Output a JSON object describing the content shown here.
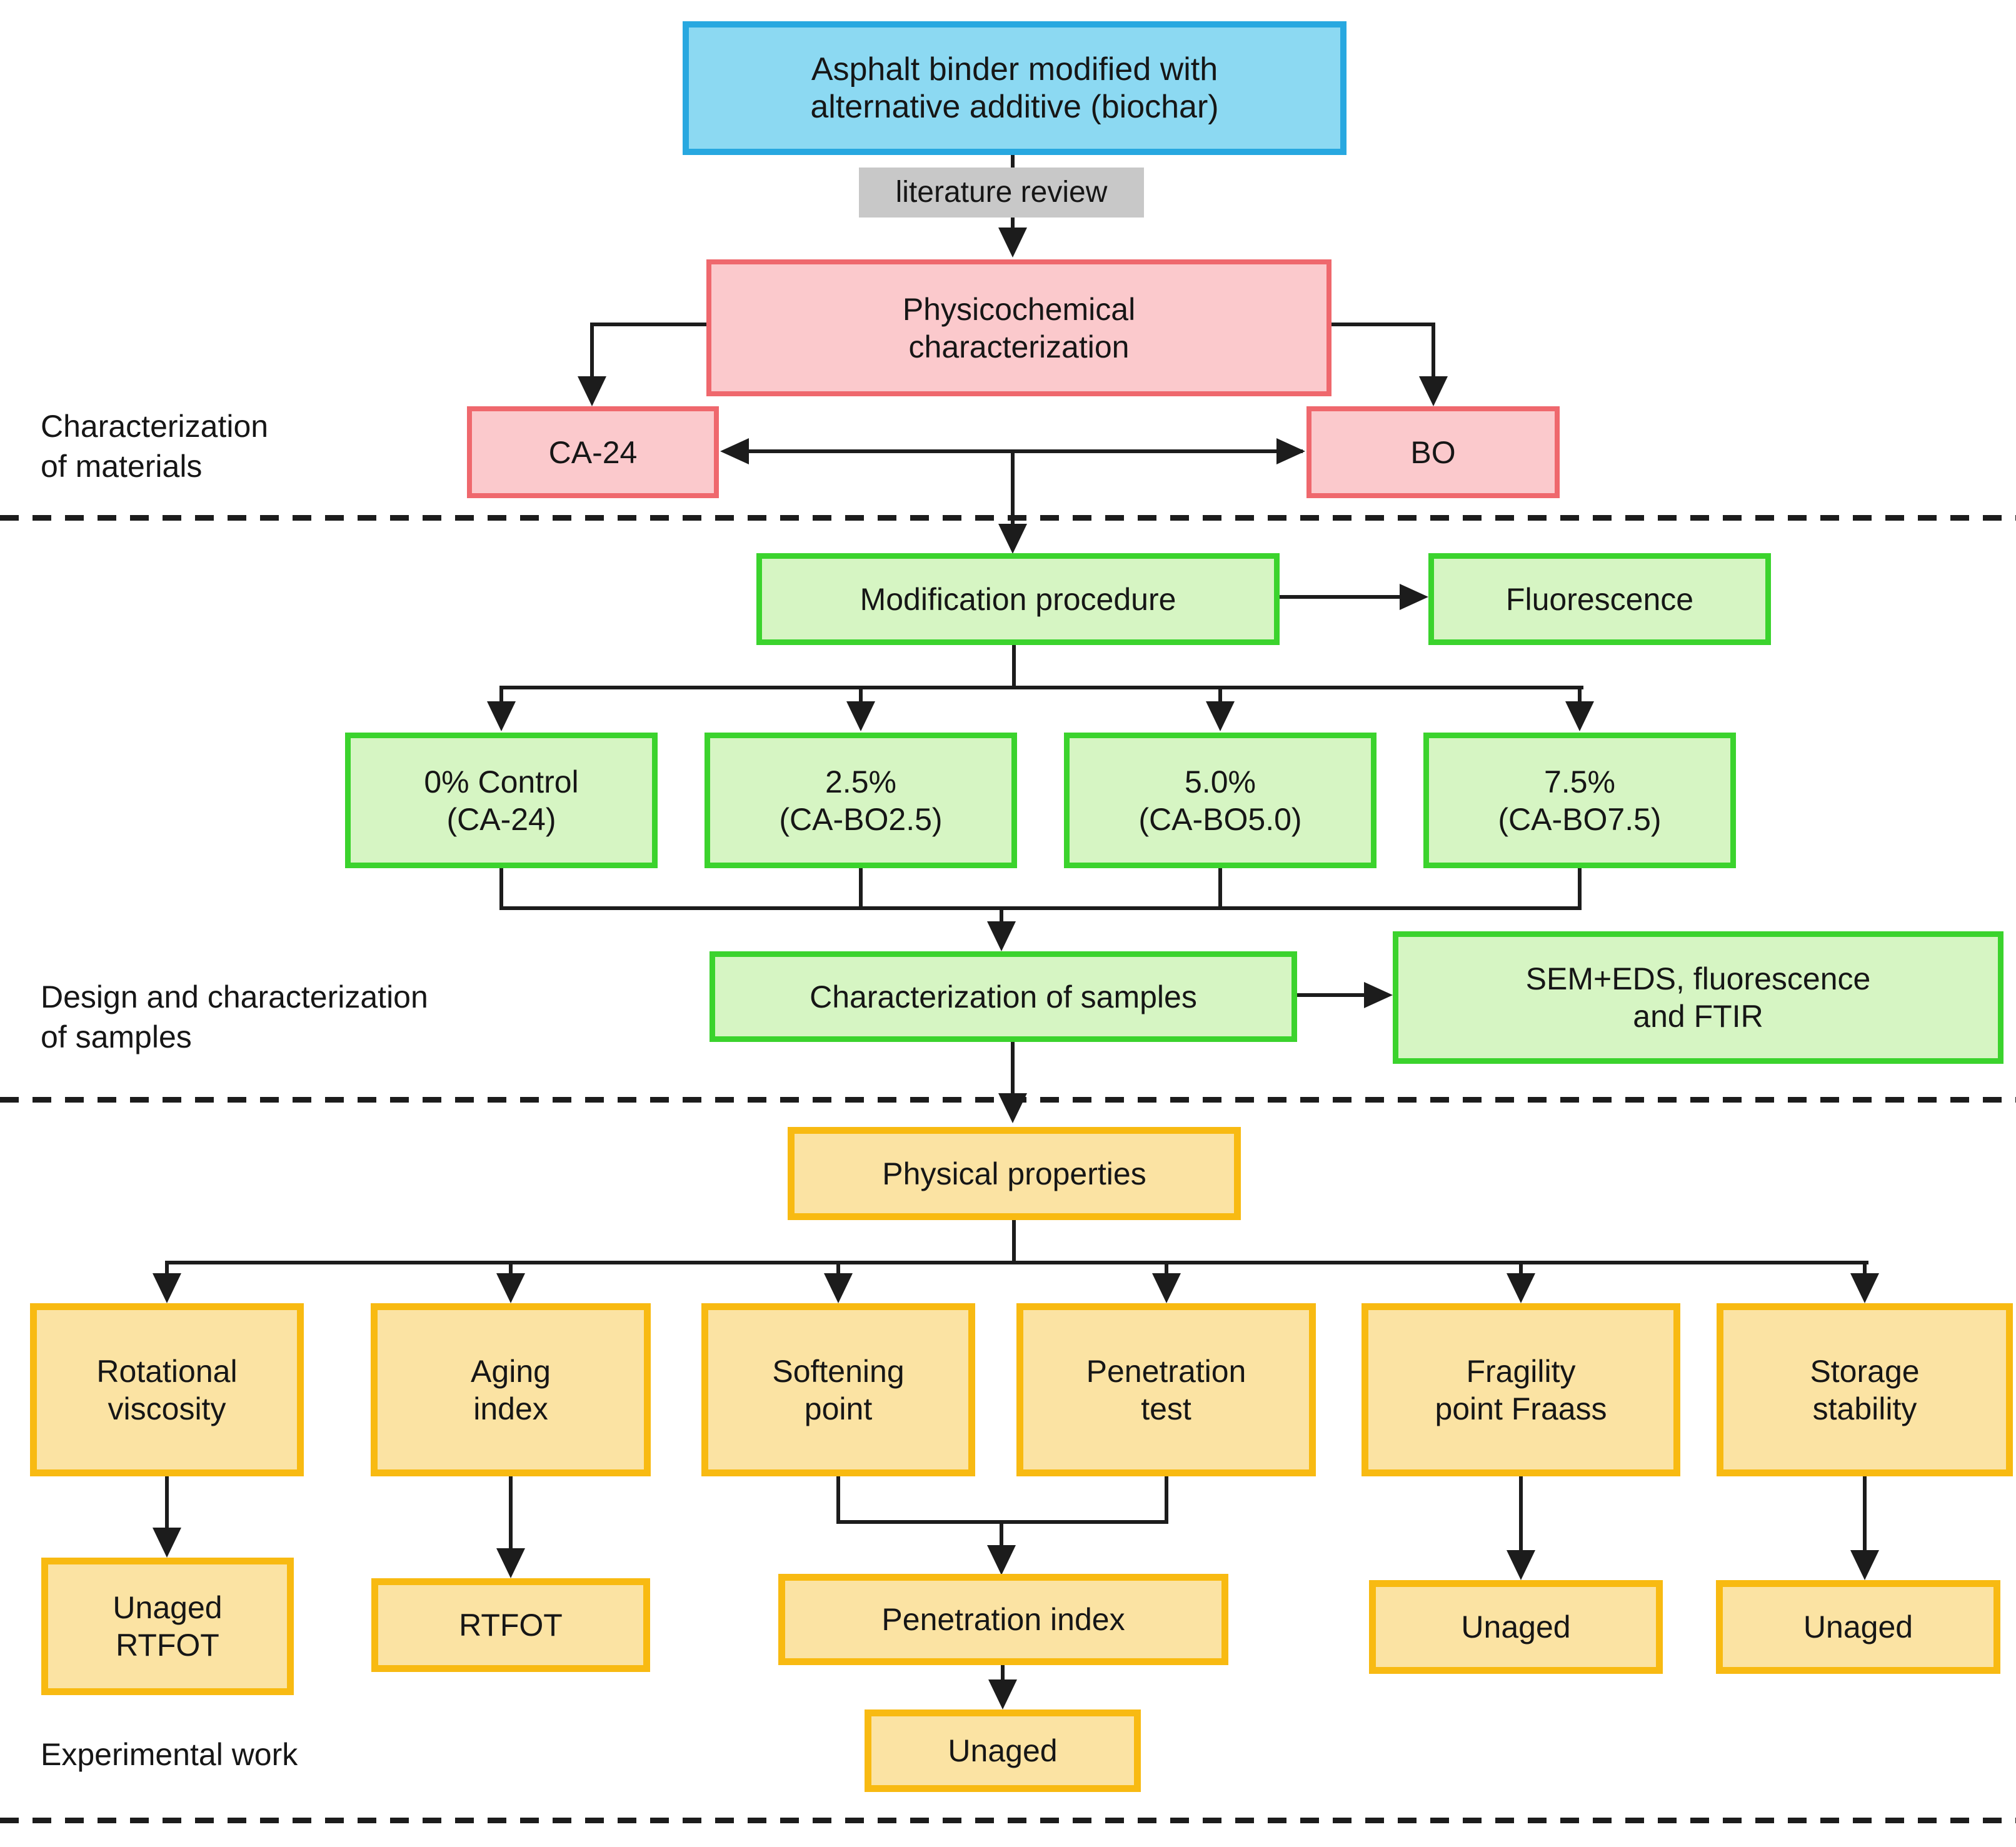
{
  "title": "Asphalt binder biochar research methodology flowchart",
  "colors": {
    "blue_fill": "#8cd9f2",
    "blue_border": "#28a8e0",
    "pink_fill": "#fbc9cc",
    "pink_border": "#ef686d",
    "green_fill": "#d6f5c3",
    "green_border": "#3bd32d",
    "orange_fill": "#fbe3a3",
    "orange_border": "#f8ba12",
    "gray_bg": "#c8c8c8",
    "line": "#1c1c1c"
  },
  "nodes": {
    "asphalt": {
      "label": "Asphalt binder modified with\nalternative additive (biochar)"
    },
    "literature_review": {
      "label": "literature review"
    },
    "physicochemical": {
      "label": "Physicochemical\ncharacterization"
    },
    "ca24": {
      "label": "CA-24"
    },
    "bo": {
      "label": "BO"
    },
    "modification": {
      "label": "Modification procedure"
    },
    "fluorescence": {
      "label": "Fluorescence"
    },
    "pct0": {
      "label": "0% Control\n(CA-24)"
    },
    "pct25": {
      "label": "2.5%\n(CA-BO2.5)"
    },
    "pct50": {
      "label": "5.0%\n(CA-BO5.0)"
    },
    "pct75": {
      "label": "7.5%\n(CA-BO7.5)"
    },
    "char_samples": {
      "label": "Characterization of samples"
    },
    "sem_eds": {
      "label": "SEM+EDS, fluorescence\nand FTIR"
    },
    "physical": {
      "label": "Physical properties"
    },
    "rotational": {
      "label": "Rotational\nviscosity"
    },
    "aging": {
      "label": "Aging\nindex"
    },
    "softening": {
      "label": "Softening\npoint"
    },
    "penetration": {
      "label": "Penetration\ntest"
    },
    "fragility": {
      "label": "Fragility\npoint Fraass"
    },
    "storage": {
      "label": "Storage\nstability"
    },
    "unaged_rtfot": {
      "label": "Unaged\nRTFOT"
    },
    "rtfot": {
      "label": "RTFOT"
    },
    "pen_index": {
      "label": "Penetration index"
    },
    "unaged_pi": {
      "label": "Unaged"
    },
    "unaged_fragility": {
      "label": "Unaged"
    },
    "unaged_storage": {
      "label": "Unaged"
    }
  },
  "sections": {
    "materials": {
      "label": "Characterization\nof materials"
    },
    "design": {
      "label": "Design and characterization\nof samples"
    },
    "experimental": {
      "label": "Experimental work"
    }
  }
}
